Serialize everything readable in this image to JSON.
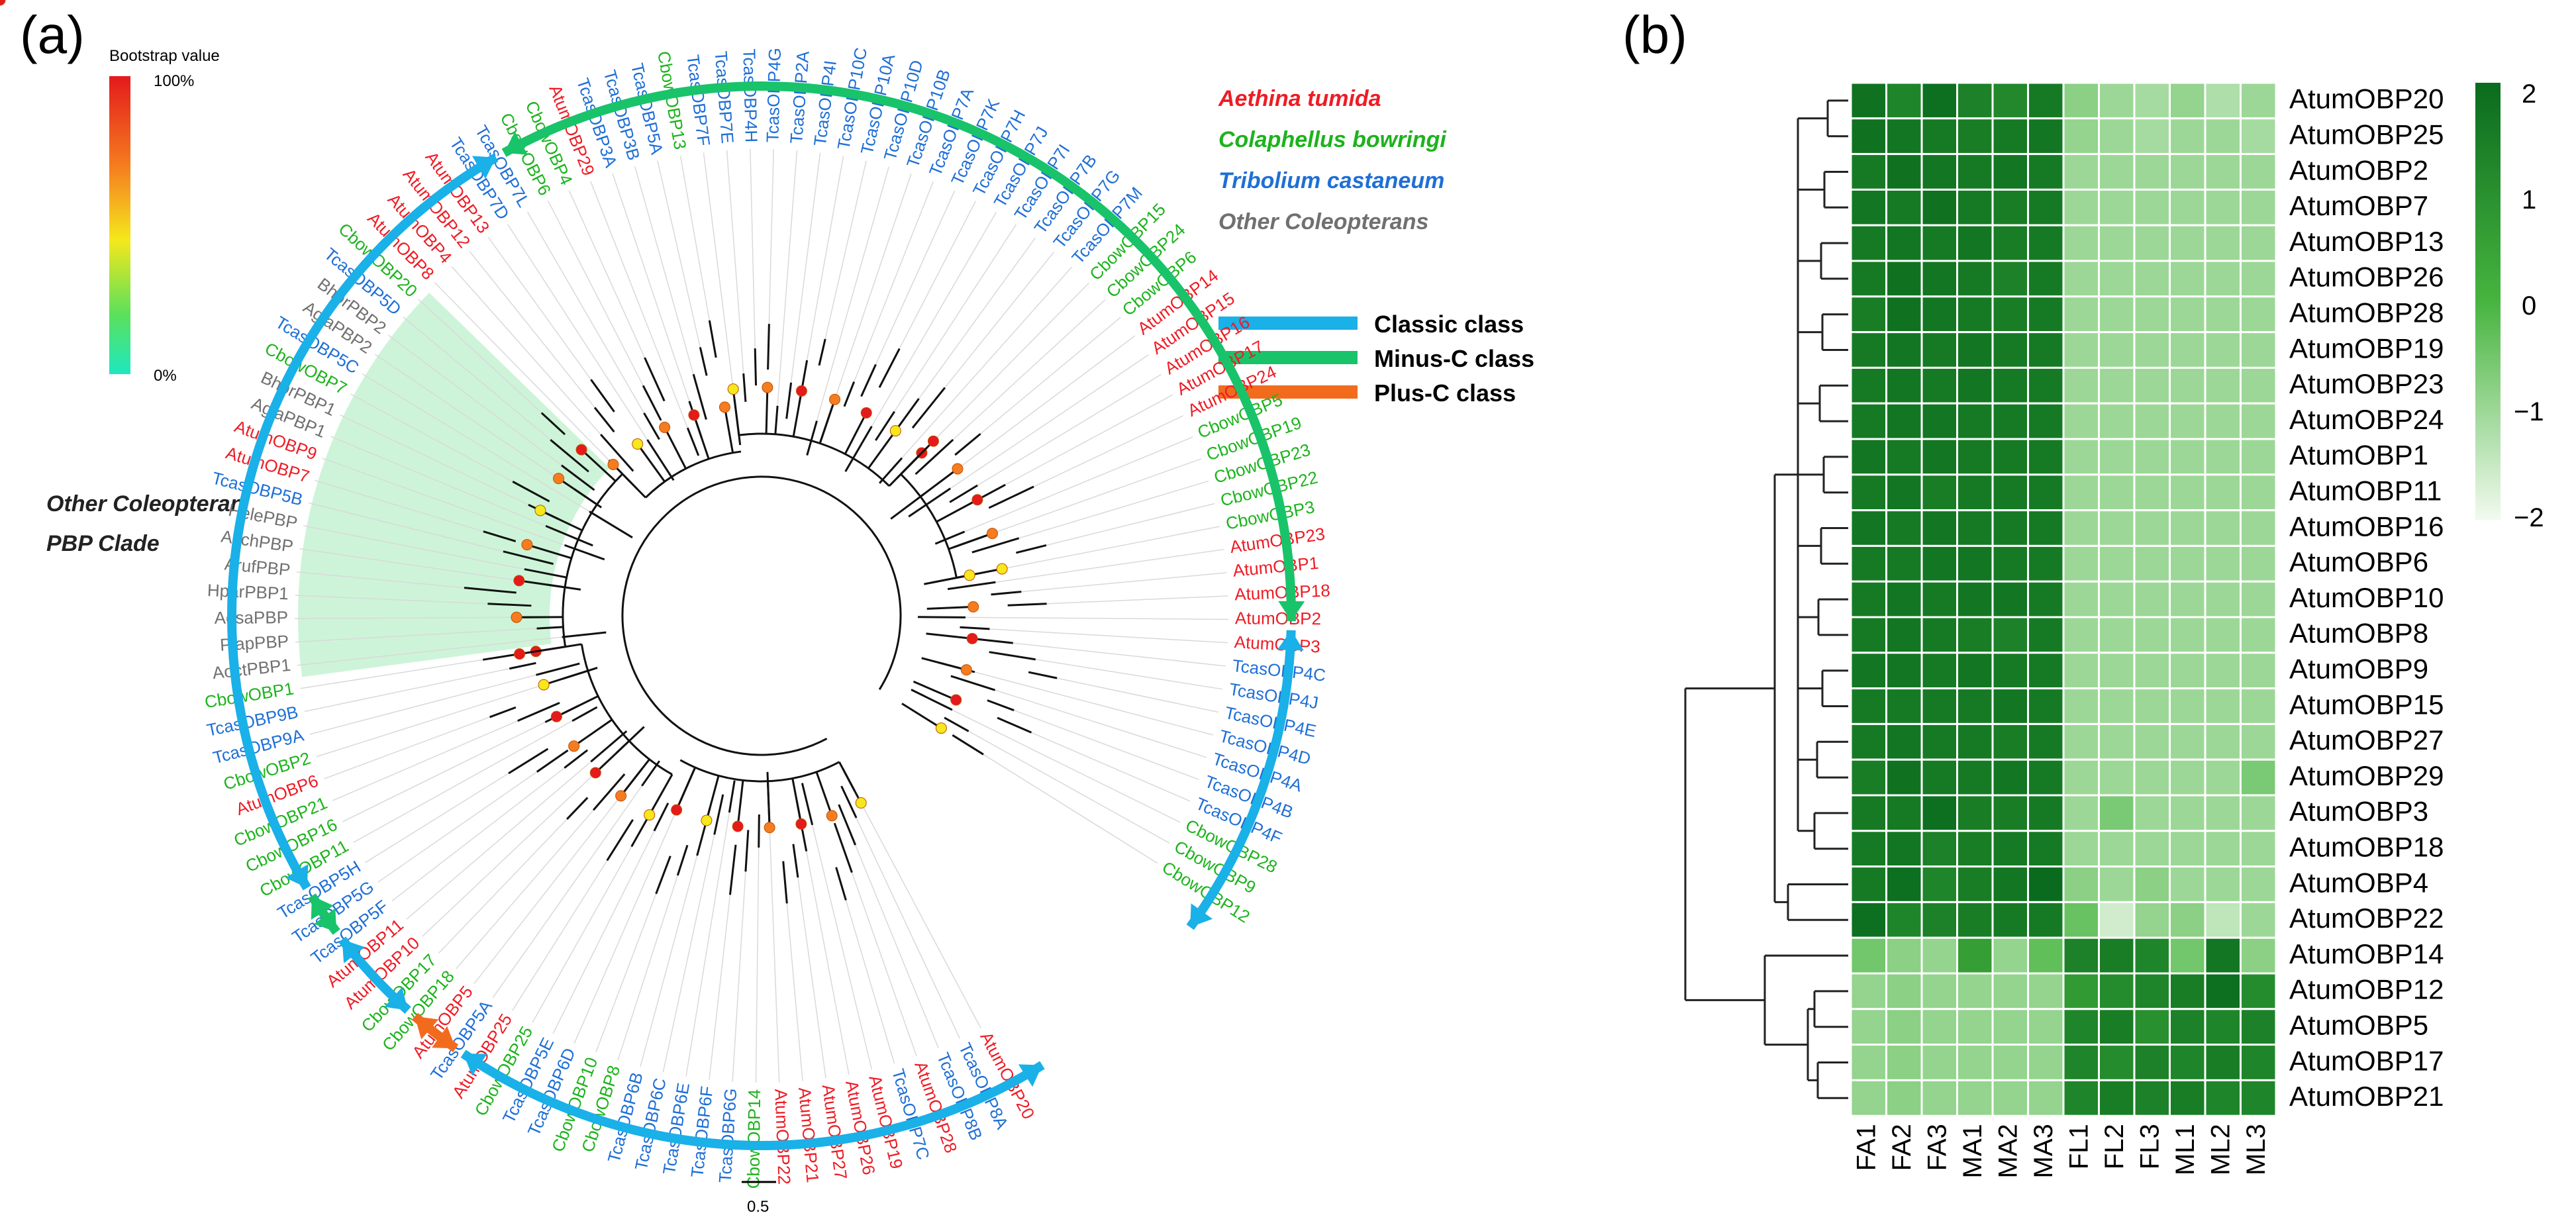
{
  "panel_a": {
    "label": "(a)",
    "bootstrap_legend": {
      "title": "Bootstrap value",
      "max": "100%",
      "min": "0%"
    },
    "species_legend": [
      {
        "name": "Aethina tumida",
        "color": "#ee1c25"
      },
      {
        "name": "Colaphellus bowringi",
        "color": "#1db31d"
      },
      {
        "name": "Tribolium castaneum",
        "color": "#1f6fd6"
      },
      {
        "name": "Other Coleopterans",
        "color": "#707070"
      }
    ],
    "class_legend": [
      {
        "name": "Classic class",
        "color": "#1ab0e8"
      },
      {
        "name": "Minus-C class",
        "color": "#19c36a"
      },
      {
        "name": "Plus-C class",
        "color": "#f26b1d"
      }
    ],
    "clade_label_line1": "Other Coleopteran",
    "clade_label_line2": "PBP Clade",
    "scale_bar": "0.5",
    "leaves": [
      [
        "AtumOBP20",
        "A"
      ],
      [
        "TcasOBP8A",
        "T"
      ],
      [
        "TcasOBP8B",
        "T"
      ],
      [
        "AtumOBP28",
        "A"
      ],
      [
        "TcasOBP7C",
        "T"
      ],
      [
        "AtumOBP19",
        "A"
      ],
      [
        "AtumOBP26",
        "A"
      ],
      [
        "AtumOBP27",
        "A"
      ],
      [
        "AtumOBP21",
        "A"
      ],
      [
        "AtumOBP22",
        "A"
      ],
      [
        "CbowOBP14",
        "C"
      ],
      [
        "TcasOBP6G",
        "T"
      ],
      [
        "TcasOBP6F",
        "T"
      ],
      [
        "TcasOBP6E",
        "T"
      ],
      [
        "TcasOBP6C",
        "T"
      ],
      [
        "TcasOBP6B",
        "T"
      ],
      [
        "CbowOBP8",
        "C"
      ],
      [
        "CbowOBP10",
        "C"
      ],
      [
        "TcasOBP6D",
        "T"
      ],
      [
        "TcasOBP5E",
        "T"
      ],
      [
        "CbowOBP25",
        "C"
      ],
      [
        "AtumOBP25",
        "A"
      ],
      [
        "TcasOBP5A",
        "T"
      ],
      [
        "AtumOBP5",
        "A"
      ],
      [
        "CbowOBP18",
        "C"
      ],
      [
        "CbowOBP17",
        "C"
      ],
      [
        "AtumOBP10",
        "A"
      ],
      [
        "AtumOBP11",
        "A"
      ],
      [
        "TcasOBP5F",
        "T"
      ],
      [
        "TcasOBP5G",
        "T"
      ],
      [
        "TcasOBP5H",
        "T"
      ],
      [
        "CbowOBP11",
        "C"
      ],
      [
        "CbowOBP16",
        "C"
      ],
      [
        "CbowOBP21",
        "C"
      ],
      [
        "AtumOBP6",
        "A"
      ],
      [
        "CbowOBP2",
        "C"
      ],
      [
        "TcasOBP9A",
        "T"
      ],
      [
        "TcasOBP9B",
        "T"
      ],
      [
        "CbowOBP1",
        "C"
      ],
      [
        "AoctPBP1",
        "O"
      ],
      [
        "PjapPBP",
        "O"
      ],
      [
        "AosaPBP",
        "O"
      ],
      [
        "HparPBP1",
        "O"
      ],
      [
        "ArufPBP",
        "O"
      ],
      [
        "AschPBP",
        "O"
      ],
      [
        "HelePBP",
        "O"
      ],
      [
        "TcasOBP5B",
        "T"
      ],
      [
        "AtumOBP7",
        "A"
      ],
      [
        "AtumOBP9",
        "A"
      ],
      [
        "AglaPBP1",
        "O"
      ],
      [
        "BhorPBP1",
        "O"
      ],
      [
        "CbowOBP7",
        "C"
      ],
      [
        "TcasOBP5C",
        "T"
      ],
      [
        "AglaPBP2",
        "O"
      ],
      [
        "BhorPBP2",
        "O"
      ],
      [
        "TcasOBP5D",
        "T"
      ],
      [
        "CbowOBP20",
        "C"
      ],
      [
        "AtumOBP8",
        "A"
      ],
      [
        "AtumOBP4",
        "A"
      ],
      [
        "AtumOBP12",
        "A"
      ],
      [
        "AtumOBP13",
        "A"
      ],
      [
        "TcasOBP7D",
        "T"
      ],
      [
        "TcasOBP7L",
        "T"
      ],
      [
        "CbowOBP6",
        "C"
      ],
      [
        "CbowOBP4",
        "C"
      ],
      [
        "AtumOBP29",
        "A"
      ],
      [
        "TcasOBP3A",
        "T"
      ],
      [
        "TcasOBP3B",
        "T"
      ],
      [
        "TcasOBP5A",
        "T"
      ],
      [
        "CbowOBP13",
        "C"
      ],
      [
        "TcasOBP7F",
        "T"
      ],
      [
        "TcasOBP7E",
        "T"
      ],
      [
        "TcasOBP4H",
        "T"
      ],
      [
        "TcasOBP4G",
        "T"
      ],
      [
        "TcasOBP2A",
        "T"
      ],
      [
        "TcasOBP4I",
        "T"
      ],
      [
        "TcasOBP10C",
        "T"
      ],
      [
        "TcasOBP10A",
        "T"
      ],
      [
        "TcasOBP10D",
        "T"
      ],
      [
        "TcasOBP10B",
        "T"
      ],
      [
        "TcasOBP7A",
        "T"
      ],
      [
        "TcasOBP7K",
        "T"
      ],
      [
        "TcasOBP7H",
        "T"
      ],
      [
        "TcasOBP7J",
        "T"
      ],
      [
        "TcasOBP7I",
        "T"
      ],
      [
        "TcasOBP7B",
        "T"
      ],
      [
        "TcasOBP7G",
        "T"
      ],
      [
        "TcasOBP7M",
        "T"
      ],
      [
        "CbowOBP15",
        "C"
      ],
      [
        "CbowOBP24",
        "C"
      ],
      [
        "CbowOBP6",
        "C"
      ],
      [
        "AtumOBP14",
        "A"
      ],
      [
        "AtumOBP15",
        "A"
      ],
      [
        "AtumOBP16",
        "A"
      ],
      [
        "AtumOBP17",
        "A"
      ],
      [
        "AtumOBP24",
        "A"
      ],
      [
        "CbowOBP5",
        "C"
      ],
      [
        "CbowOBP19",
        "C"
      ],
      [
        "CbowOBP23",
        "C"
      ],
      [
        "CbowOBP22",
        "C"
      ],
      [
        "CbowOBP3",
        "C"
      ],
      [
        "AtumOBP23",
        "A"
      ],
      [
        "AtumOBP1",
        "A"
      ],
      [
        "AtumOBP18",
        "A"
      ],
      [
        "AtumOBP2",
        "A"
      ],
      [
        "AtumOBP3",
        "A"
      ],
      [
        "TcasOBP4C",
        "T"
      ],
      [
        "TcasOBP4J",
        "T"
      ],
      [
        "TcasOBP4E",
        "T"
      ],
      [
        "TcasOBP4D",
        "T"
      ],
      [
        "TcasOBP4A",
        "T"
      ],
      [
        "TcasOBP4B",
        "T"
      ],
      [
        "TcasOBP4F",
        "T"
      ],
      [
        "CbowOBP28",
        "C"
      ],
      [
        "CbowOBP9",
        "C"
      ],
      [
        "CbowOBP12",
        "C"
      ]
    ]
  },
  "panel_b": {
    "label": "(b)",
    "rows": [
      "AtumOBP20",
      "AtumOBP25",
      "AtumOBP2",
      "AtumOBP7",
      "AtumOBP13",
      "AtumOBP26",
      "AtumOBP28",
      "AtumOBP19",
      "AtumOBP23",
      "AtumOBP24",
      "AtumOBP1",
      "AtumOBP11",
      "AtumOBP16",
      "AtumOBP6",
      "AtumOBP10",
      "AtumOBP8",
      "AtumOBP9",
      "AtumOBP15",
      "AtumOBP27",
      "AtumOBP29",
      "AtumOBP3",
      "AtumOBP18",
      "AtumOBP4",
      "AtumOBP22",
      "AtumOBP14",
      "AtumOBP12",
      "AtumOBP5",
      "AtumOBP17",
      "AtumOBP21"
    ],
    "columns": [
      "FA1",
      "FA2",
      "FA3",
      "MA1",
      "MA2",
      "MA3",
      "FL1",
      "FL2",
      "FL3",
      "ML1",
      "ML2",
      "ML3"
    ],
    "values": [
      [
        1.8,
        1.3,
        1.9,
        1.4,
        1.2,
        1.6,
        -0.8,
        -1.0,
        -1.1,
        -0.9,
        -1.2,
        -1.0
      ],
      [
        1.8,
        1.7,
        1.6,
        1.5,
        1.6,
        1.7,
        -0.9,
        -1.0,
        -1.1,
        -1.0,
        -1.0,
        -1.1
      ],
      [
        1.6,
        1.8,
        1.7,
        1.6,
        1.7,
        1.6,
        -1.0,
        -1.0,
        -1.0,
        -1.0,
        -1.0,
        -1.0
      ],
      [
        1.7,
        1.6,
        1.8,
        1.6,
        1.5,
        1.6,
        -1.0,
        -1.0,
        -1.0,
        -1.0,
        -1.0,
        -1.0
      ],
      [
        1.6,
        1.7,
        1.6,
        1.7,
        1.5,
        1.6,
        -1.0,
        -1.0,
        -1.0,
        -1.0,
        -1.0,
        -1.0
      ],
      [
        1.6,
        1.8,
        1.7,
        1.6,
        1.4,
        1.6,
        -1.0,
        -1.0,
        -1.0,
        -1.0,
        -1.0,
        -1.0
      ],
      [
        1.5,
        1.8,
        1.7,
        1.6,
        1.5,
        1.6,
        -1.0,
        -1.0,
        -1.0,
        -1.0,
        -1.0,
        -1.0
      ],
      [
        1.6,
        1.7,
        1.6,
        1.7,
        1.6,
        1.6,
        -1.0,
        -1.0,
        -1.0,
        -1.0,
        -1.0,
        -1.0
      ],
      [
        1.6,
        1.7,
        1.6,
        1.7,
        1.6,
        1.6,
        -1.0,
        -1.0,
        -1.0,
        -1.0,
        -1.0,
        -1.0
      ],
      [
        1.6,
        1.7,
        1.7,
        1.6,
        1.6,
        1.6,
        -1.0,
        -1.0,
        -1.0,
        -1.0,
        -1.0,
        -1.0
      ],
      [
        1.7,
        1.6,
        1.7,
        1.6,
        1.6,
        1.6,
        -1.0,
        -1.0,
        -1.0,
        -1.0,
        -1.0,
        -1.0
      ],
      [
        1.6,
        1.7,
        1.5,
        1.6,
        1.6,
        1.6,
        -1.0,
        -1.0,
        -1.0,
        -1.0,
        -1.0,
        -1.0
      ],
      [
        1.7,
        1.6,
        1.7,
        1.6,
        1.6,
        1.6,
        -1.0,
        -1.0,
        -1.0,
        -1.0,
        -1.0,
        -1.0
      ],
      [
        1.6,
        1.6,
        1.7,
        1.7,
        1.6,
        1.6,
        -1.0,
        -1.0,
        -1.0,
        -1.0,
        -1.0,
        -1.0
      ],
      [
        1.6,
        1.7,
        1.6,
        1.7,
        1.7,
        1.6,
        -1.0,
        -1.0,
        -1.0,
        -1.0,
        -1.0,
        -1.0
      ],
      [
        1.6,
        1.7,
        1.6,
        1.5,
        1.4,
        1.6,
        -1.0,
        -1.0,
        -1.0,
        -1.0,
        -1.0,
        -1.0
      ],
      [
        1.7,
        1.7,
        1.6,
        1.7,
        1.6,
        1.6,
        -1.0,
        -1.0,
        -1.0,
        -1.0,
        -1.0,
        -1.0
      ],
      [
        1.6,
        1.6,
        1.6,
        1.6,
        1.7,
        1.6,
        -1.0,
        -1.0,
        -1.0,
        -1.0,
        -1.0,
        -1.0
      ],
      [
        1.6,
        1.7,
        1.6,
        1.6,
        1.5,
        1.6,
        -1.0,
        -1.0,
        -1.0,
        -1.0,
        -1.0,
        -1.0
      ],
      [
        1.5,
        1.8,
        1.6,
        1.6,
        1.7,
        1.6,
        -1.0,
        -1.0,
        -1.0,
        -1.0,
        -1.0,
        -0.6
      ],
      [
        1.6,
        1.6,
        1.9,
        1.5,
        1.5,
        1.6,
        -1.0,
        -0.6,
        -1.0,
        -1.0,
        -1.0,
        -1.0
      ],
      [
        1.6,
        1.7,
        1.4,
        1.5,
        1.6,
        1.6,
        -1.0,
        -1.0,
        -1.0,
        -1.0,
        -1.0,
        -1.0
      ],
      [
        1.6,
        1.9,
        1.3,
        1.5,
        1.7,
        2.0,
        -0.8,
        -1.0,
        -0.8,
        -1.0,
        -1.0,
        -1.0
      ],
      [
        1.9,
        1.3,
        1.4,
        1.5,
        1.6,
        1.6,
        -0.4,
        -1.6,
        -0.9,
        -0.8,
        -1.4,
        -1.0
      ],
      [
        -0.5,
        -0.8,
        -0.9,
        0.6,
        -0.9,
        -0.3,
        1.4,
        1.5,
        1.3,
        -0.5,
        1.7,
        -0.8
      ],
      [
        -0.9,
        -0.8,
        -0.9,
        -0.9,
        -0.9,
        -0.9,
        0.7,
        1.1,
        1.3,
        1.5,
        1.9,
        1.1
      ],
      [
        -0.9,
        -0.8,
        -0.9,
        -0.9,
        -0.9,
        -0.9,
        1.3,
        1.5,
        1.0,
        1.4,
        1.3,
        1.4
      ],
      [
        -0.9,
        -0.8,
        -0.9,
        -0.9,
        -0.9,
        -0.9,
        1.3,
        1.1,
        1.4,
        1.3,
        1.5,
        1.3
      ],
      [
        -0.9,
        -0.8,
        -0.9,
        -0.9,
        -0.9,
        -0.9,
        1.3,
        1.5,
        1.4,
        1.5,
        1.3,
        1.3
      ]
    ],
    "colorbar_ticks": [
      "2",
      "1",
      "0",
      "−1",
      "−2"
    ],
    "colors": {
      "high": "#0a6b1e",
      "mid": "#47b43f",
      "low": "#f2faef"
    }
  }
}
